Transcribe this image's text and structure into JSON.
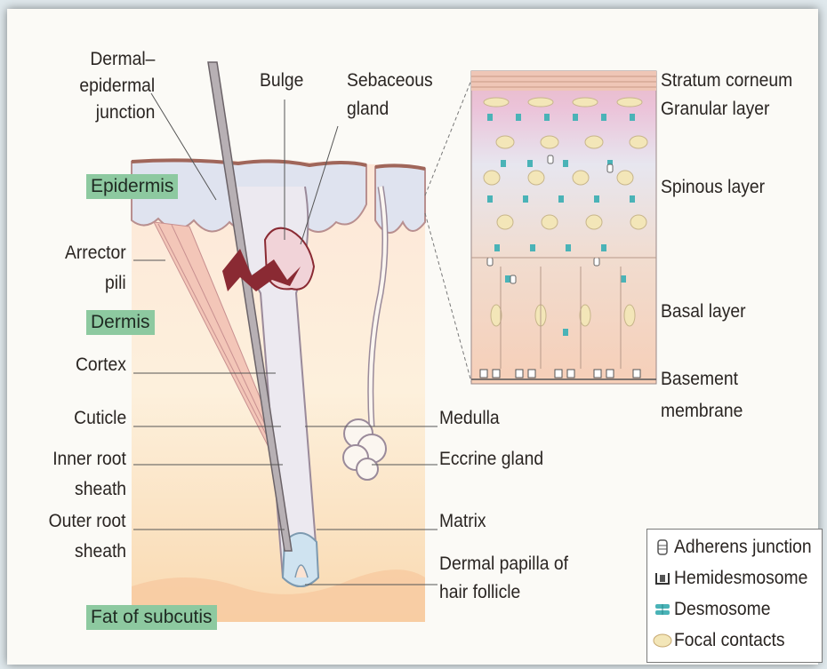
{
  "labels": {
    "dermal_epidermal_junction": [
      "Dermal–",
      "epidermal",
      "junction"
    ],
    "bulge": "Bulge",
    "sebaceous_gland": [
      "Sebaceous",
      "gland"
    ],
    "epidermis": "Epidermis",
    "arrector_pili": [
      "Arrector",
      "pili"
    ],
    "dermis": "Dermis",
    "cortex": "Cortex",
    "cuticle": "Cuticle",
    "inner_root_sheath": [
      "Inner root",
      "sheath"
    ],
    "outer_root_sheath": [
      "Outer root",
      "sheath"
    ],
    "fat_of_subcutis": "Fat of subcutis",
    "medulla": "Medulla",
    "eccrine_gland": "Eccrine gland",
    "matrix": "Matrix",
    "dermal_papilla": [
      "Dermal papilla of",
      "hair follicle"
    ],
    "stratum_corneum": "Stratum corneum",
    "granular_layer": "Granular layer",
    "spinous_layer": "Spinous layer",
    "basal_layer": "Basal layer",
    "basement_membrane": [
      "Basement",
      "membrane"
    ]
  },
  "legend": [
    {
      "label": "Adherens junction",
      "icon": "adherens-junction-icon"
    },
    {
      "label": "Hemidesmosome",
      "icon": "hemidesmosome-icon"
    },
    {
      "label": "Desmosome",
      "icon": "desmosome-icon"
    },
    {
      "label": "Focal contacts",
      "icon": "focal-contacts-icon"
    }
  ],
  "colors": {
    "tag_green": "#8dc9a0",
    "epidermis": "#dfe3ef",
    "sebaceous": "#8a2a33",
    "skin_pink": "#f7c8b0",
    "desmosome": "#4ab3b7",
    "focal": "#f3e6b8"
  }
}
